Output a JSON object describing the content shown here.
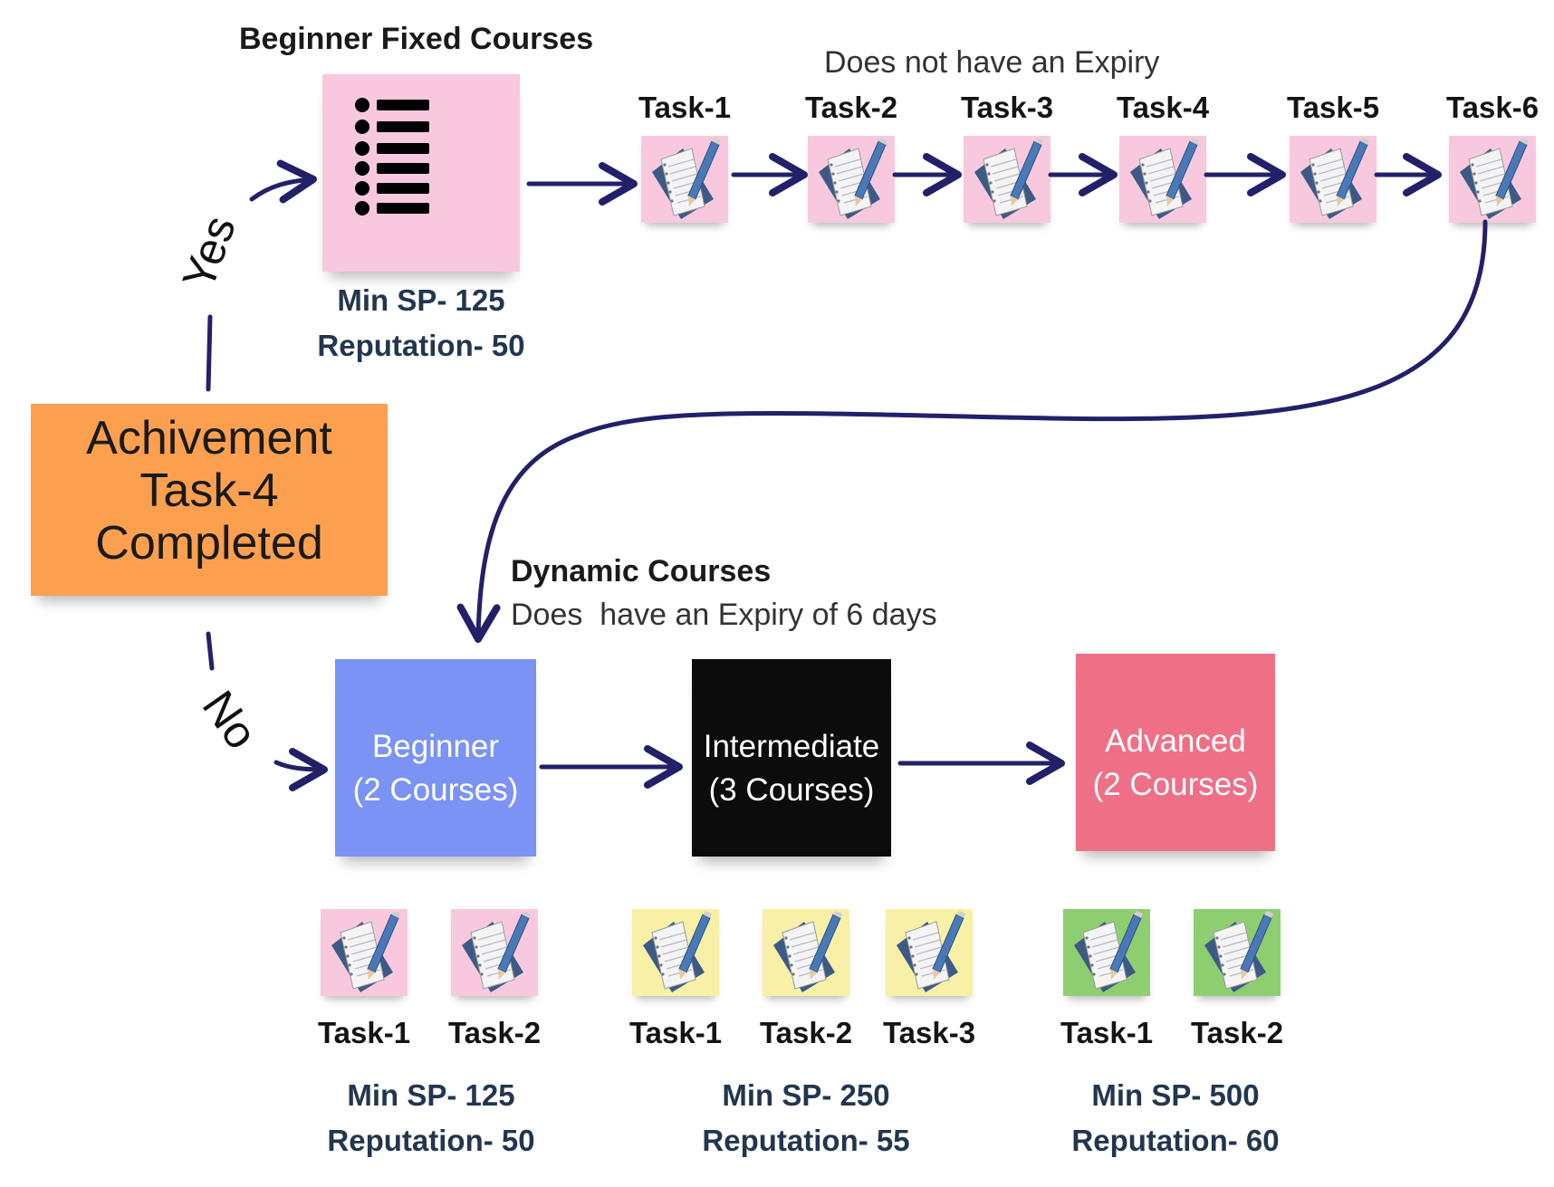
{
  "colors": {
    "pink": "#f8c9de",
    "yellow": "#f7f0a6",
    "green": "#8fce70",
    "orange": "#fca04f",
    "blue": "#7b93f5",
    "black": "#0c0c0c",
    "red": "#ef6f87",
    "arrow": "#23206a",
    "stat_text": "#22364e"
  },
  "fixed": {
    "heading": "Beginner Fixed Courses",
    "expiry_note": "Does not have an Expiry",
    "icon": "list-icon",
    "min_sp": "Min SP- 125",
    "reputation": "Reputation- 50",
    "tasks": [
      "Task-1",
      "Task-2",
      "Task-3",
      "Task-4",
      "Task-5",
      "Task-6"
    ]
  },
  "achievement": {
    "line1": "Achivement",
    "line2": "Task-4",
    "line3": "Completed"
  },
  "branches": {
    "yes": "Yes",
    "no": "No"
  },
  "dynamic": {
    "heading": "Dynamic Courses",
    "expiry_note": "Does  have an Expiry of 6 days",
    "levels": [
      {
        "title": "Beginner",
        "subtitle": "(2 Courses)",
        "tasks": [
          "Task-1",
          "Task-2"
        ],
        "min_sp": "Min SP- 125",
        "reputation": "Reputation- 50"
      },
      {
        "title": "Intermediate",
        "subtitle": "(3 Courses)",
        "tasks": [
          "Task-1",
          "Task-2",
          "Task-3"
        ],
        "min_sp": "Min SP- 250",
        "reputation": "Reputation- 55"
      },
      {
        "title": "Advanced",
        "subtitle": "(2 Courses)",
        "tasks": [
          "Task-1",
          "Task-2"
        ],
        "min_sp": "Min SP- 500",
        "reputation": "Reputation- 60"
      }
    ]
  },
  "task_icon": "document-pencil-icon"
}
